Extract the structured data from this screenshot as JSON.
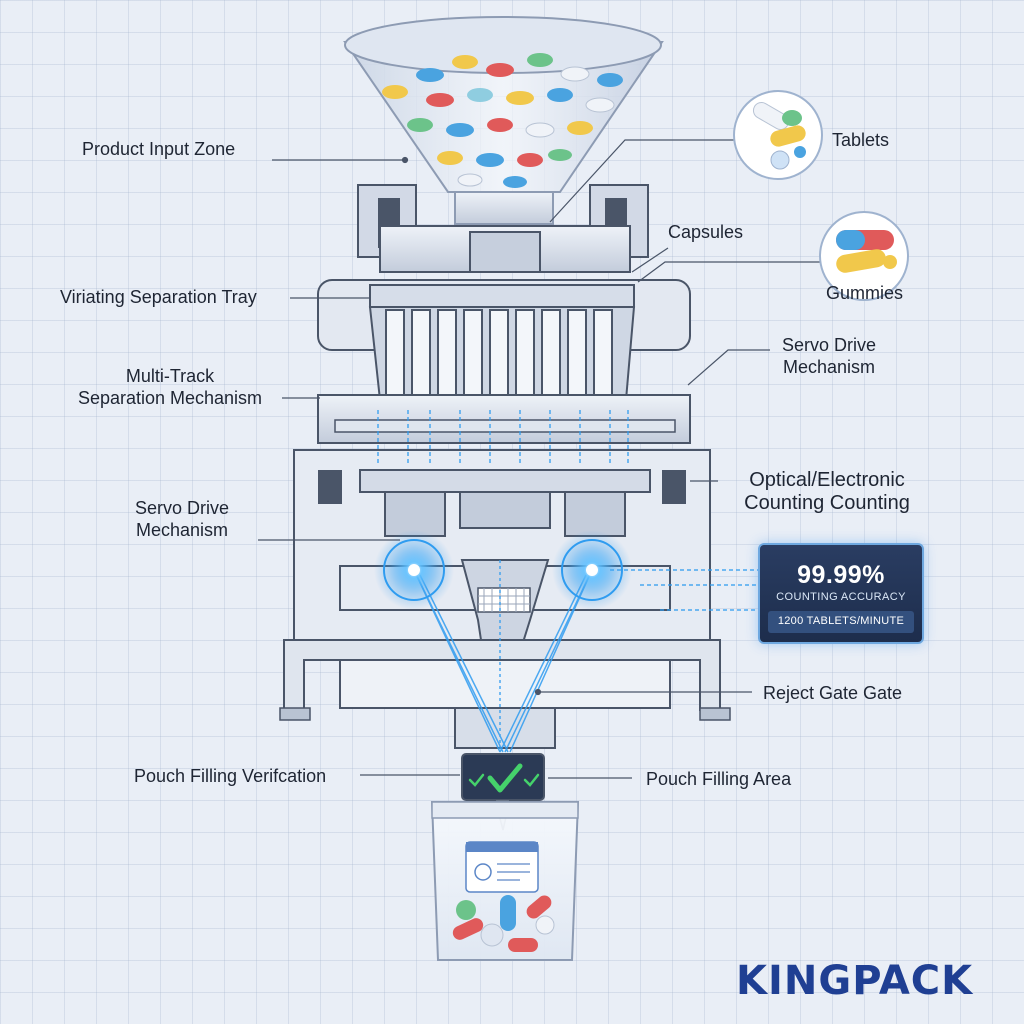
{
  "labels": {
    "product_input_zone": "Product Input Zone",
    "tablets": "Tablets",
    "capsules": "Capsules",
    "gummies": "Gummies",
    "vibrating_tray": "Viriating Separation Tray",
    "multi_track_line1": "Multi-Track",
    "multi_track_line2": "Separation Mechanism",
    "servo_right_line1": "Servo Drive",
    "servo_right_line2": "Mechanism",
    "optical_line1": "Optical/Electronic",
    "optical_line2": "Counting Counting",
    "servo_left_line1": "Servo Drive",
    "servo_left_line2": "Mechanism",
    "reject_gate": "Reject Gate Gate",
    "pouch_verification": "Pouch Filling Verifcation",
    "pouch_area": "Pouch Filling Area"
  },
  "stats": {
    "accuracy_value": "99.99%",
    "accuracy_label": "COUNTING ACCURACY",
    "throughput": "1200 TABLETS/MINUTE"
  },
  "brand": {
    "logo_text": "KINGPACK",
    "color": "#1f3f93"
  },
  "colors": {
    "accent_glow": "#2f9cf0",
    "panel_bg": "#22345a",
    "machine_frame": "#c9d2e2",
    "line": "#4a5568"
  },
  "icons": [
    "tablets-icon",
    "capsules-icon",
    "check-icon",
    "hopper-icon",
    "pouch-icon"
  ]
}
